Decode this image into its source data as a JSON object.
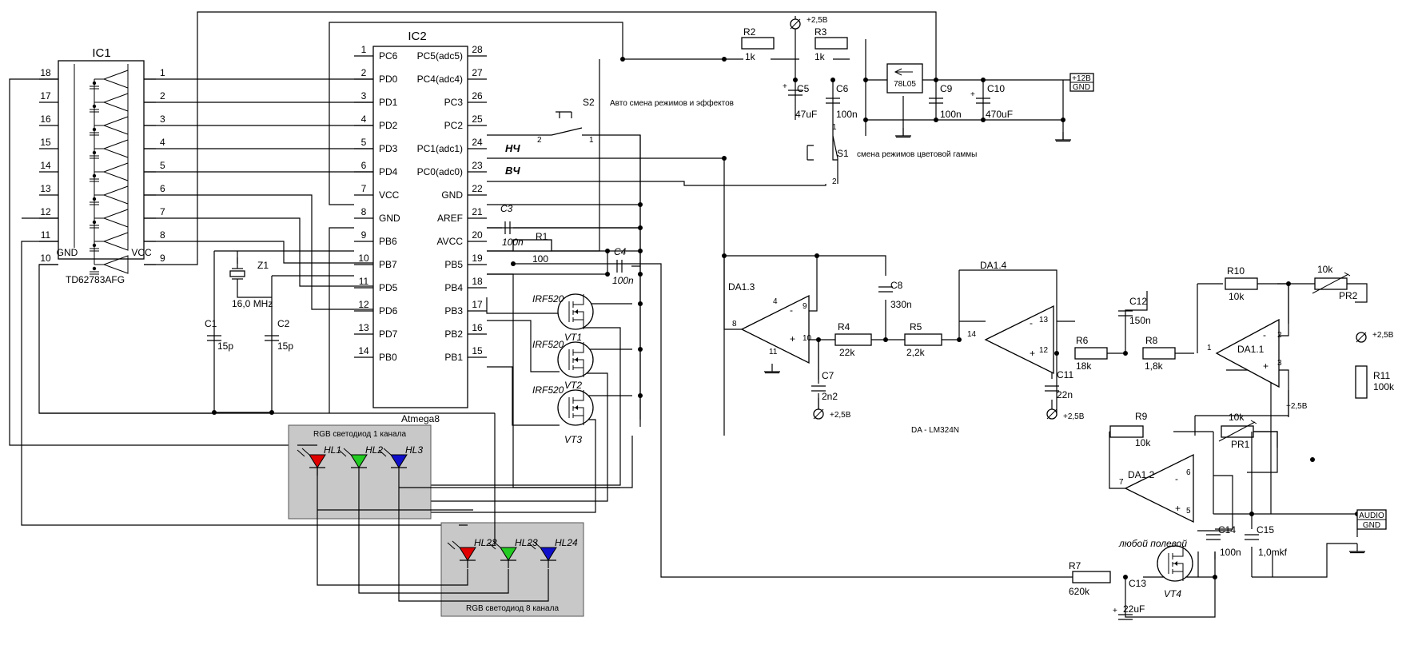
{
  "ic1": {
    "name": "IC1",
    "part": "TD62783AFG",
    "gnd_label": "GND",
    "vcc_label": "VCC",
    "left_pins": [
      "18",
      "17",
      "16",
      "15",
      "14",
      "13",
      "12",
      "11",
      "10"
    ],
    "right_pins": [
      "1",
      "2",
      "3",
      "4",
      "5",
      "6",
      "7",
      "8",
      "9"
    ]
  },
  "ic2": {
    "name": "IC2",
    "part": "Atmega8",
    "left": [
      {
        "num": "1",
        "name": "PC6"
      },
      {
        "num": "2",
        "name": "PD0"
      },
      {
        "num": "3",
        "name": "PD1"
      },
      {
        "num": "4",
        "name": "PD2"
      },
      {
        "num": "5",
        "name": "PD3"
      },
      {
        "num": "6",
        "name": "PD4"
      },
      {
        "num": "7",
        "name": "VCC"
      },
      {
        "num": "8",
        "name": "GND"
      },
      {
        "num": "9",
        "name": "PB6"
      },
      {
        "num": "10",
        "name": "PB7"
      },
      {
        "num": "11",
        "name": "PD5"
      },
      {
        "num": "12",
        "name": "PD6"
      },
      {
        "num": "13",
        "name": "PD7"
      },
      {
        "num": "14",
        "name": "PB0"
      }
    ],
    "right": [
      {
        "num": "28",
        "name": "PC5(adc5)"
      },
      {
        "num": "27",
        "name": "PC4(adc4)"
      },
      {
        "num": "26",
        "name": "PC3"
      },
      {
        "num": "25",
        "name": "PC2"
      },
      {
        "num": "24",
        "name": "PC1(adc1)"
      },
      {
        "num": "23",
        "name": "PC0(adc0)"
      },
      {
        "num": "22",
        "name": "GND"
      },
      {
        "num": "21",
        "name": "AREF"
      },
      {
        "num": "20",
        "name": "AVCC"
      },
      {
        "num": "19",
        "name": "PB5"
      },
      {
        "num": "18",
        "name": "PB4"
      },
      {
        "num": "17",
        "name": "PB3"
      },
      {
        "num": "16",
        "name": "PB2"
      },
      {
        "num": "15",
        "name": "PB1"
      }
    ]
  },
  "signals": {
    "low": "НЧ",
    "high": "ВЧ"
  },
  "switches": {
    "s2": "S2",
    "s2_desc": "Авто смена режимов и эффектов",
    "s1": "S1",
    "s1_desc": "смена режимов цветовой гаммы",
    "pin1": "1",
    "pin2": "2"
  },
  "crystal": {
    "name": "Z1",
    "freq": "16,0 MHz"
  },
  "caps": {
    "c1": "C1",
    "c1v": "15p",
    "c2": "C2",
    "c2v": "15p",
    "c3": "C3",
    "c3v": "100n",
    "c4": "C4",
    "c4v": "100n",
    "c5": "C5",
    "c5v": "47uF",
    "c6": "C6",
    "c6v": "100n",
    "c7": "C7",
    "c7v": "2n2",
    "c8": "C8",
    "c8v": "330n",
    "c9": "C9",
    "c9v": "100n",
    "c10": "C10",
    "c10v": "470uF",
    "c11": "C11",
    "c11v": "22n",
    "c12": "C12",
    "c12v": "150n",
    "c13": "C13",
    "c13v": "22uF",
    "c14": "C14",
    "c14v": "100n",
    "c15": "C15",
    "c15v": "1,0mkf"
  },
  "resistors": {
    "r1": "R1",
    "r1v": "100",
    "r2": "R2",
    "r2v": "1k",
    "r3": "R3",
    "r3v": "1k",
    "r4": "R4",
    "r4v": "22k",
    "r5": "R5",
    "r5v": "2,2k",
    "r6": "R6",
    "r6v": "18k",
    "r7": "R7",
    "r7v": "620k",
    "r8": "R8",
    "r8v": "1,8k",
    "r9": "R9",
    "r9v": "10k",
    "r10": "R10",
    "r10v": "10k",
    "r11": "R11",
    "r11v": "100k",
    "pr1": "PR1",
    "pr1v": "10k",
    "pr2": "PR2",
    "pr2v": "10k"
  },
  "transistors": {
    "part": "IRF520",
    "vt1": "VT1",
    "vt2": "VT2",
    "vt3": "VT3",
    "vt4": "VT4",
    "vt4_desc": "любой полевой"
  },
  "opamps": {
    "da13": "DA1.3",
    "da14": "DA1.4",
    "da11": "DA1.1",
    "da12": "DA1.2",
    "family": "DA - LM324N"
  },
  "opamp_pins": {
    "p1": "1",
    "p2": "2",
    "p3": "3",
    "p4": "4",
    "p5": "5",
    "p6": "6",
    "p7": "7",
    "p8": "8",
    "p9": "9",
    "p10": "10",
    "p11": "11",
    "p12": "12",
    "p13": "13",
    "p14": "14"
  },
  "regulator": "78L05",
  "supply": {
    "v12": "+12В",
    "gnd": "GND",
    "half": "+2,5В"
  },
  "audio": {
    "audio": "AUDIO",
    "gnd": "GND"
  },
  "leds": {
    "panel1": "RGB светодиод 1 канала",
    "panel8": "RGB светодиод 8 канала",
    "hl1": "HL1",
    "hl2": "HL2",
    "hl3": "HL3",
    "hl22": "HL22",
    "hl23": "HL23",
    "hl24": "HL24",
    "red": "#e00000",
    "green": "#22cc22",
    "blue": "#1010cc"
  }
}
